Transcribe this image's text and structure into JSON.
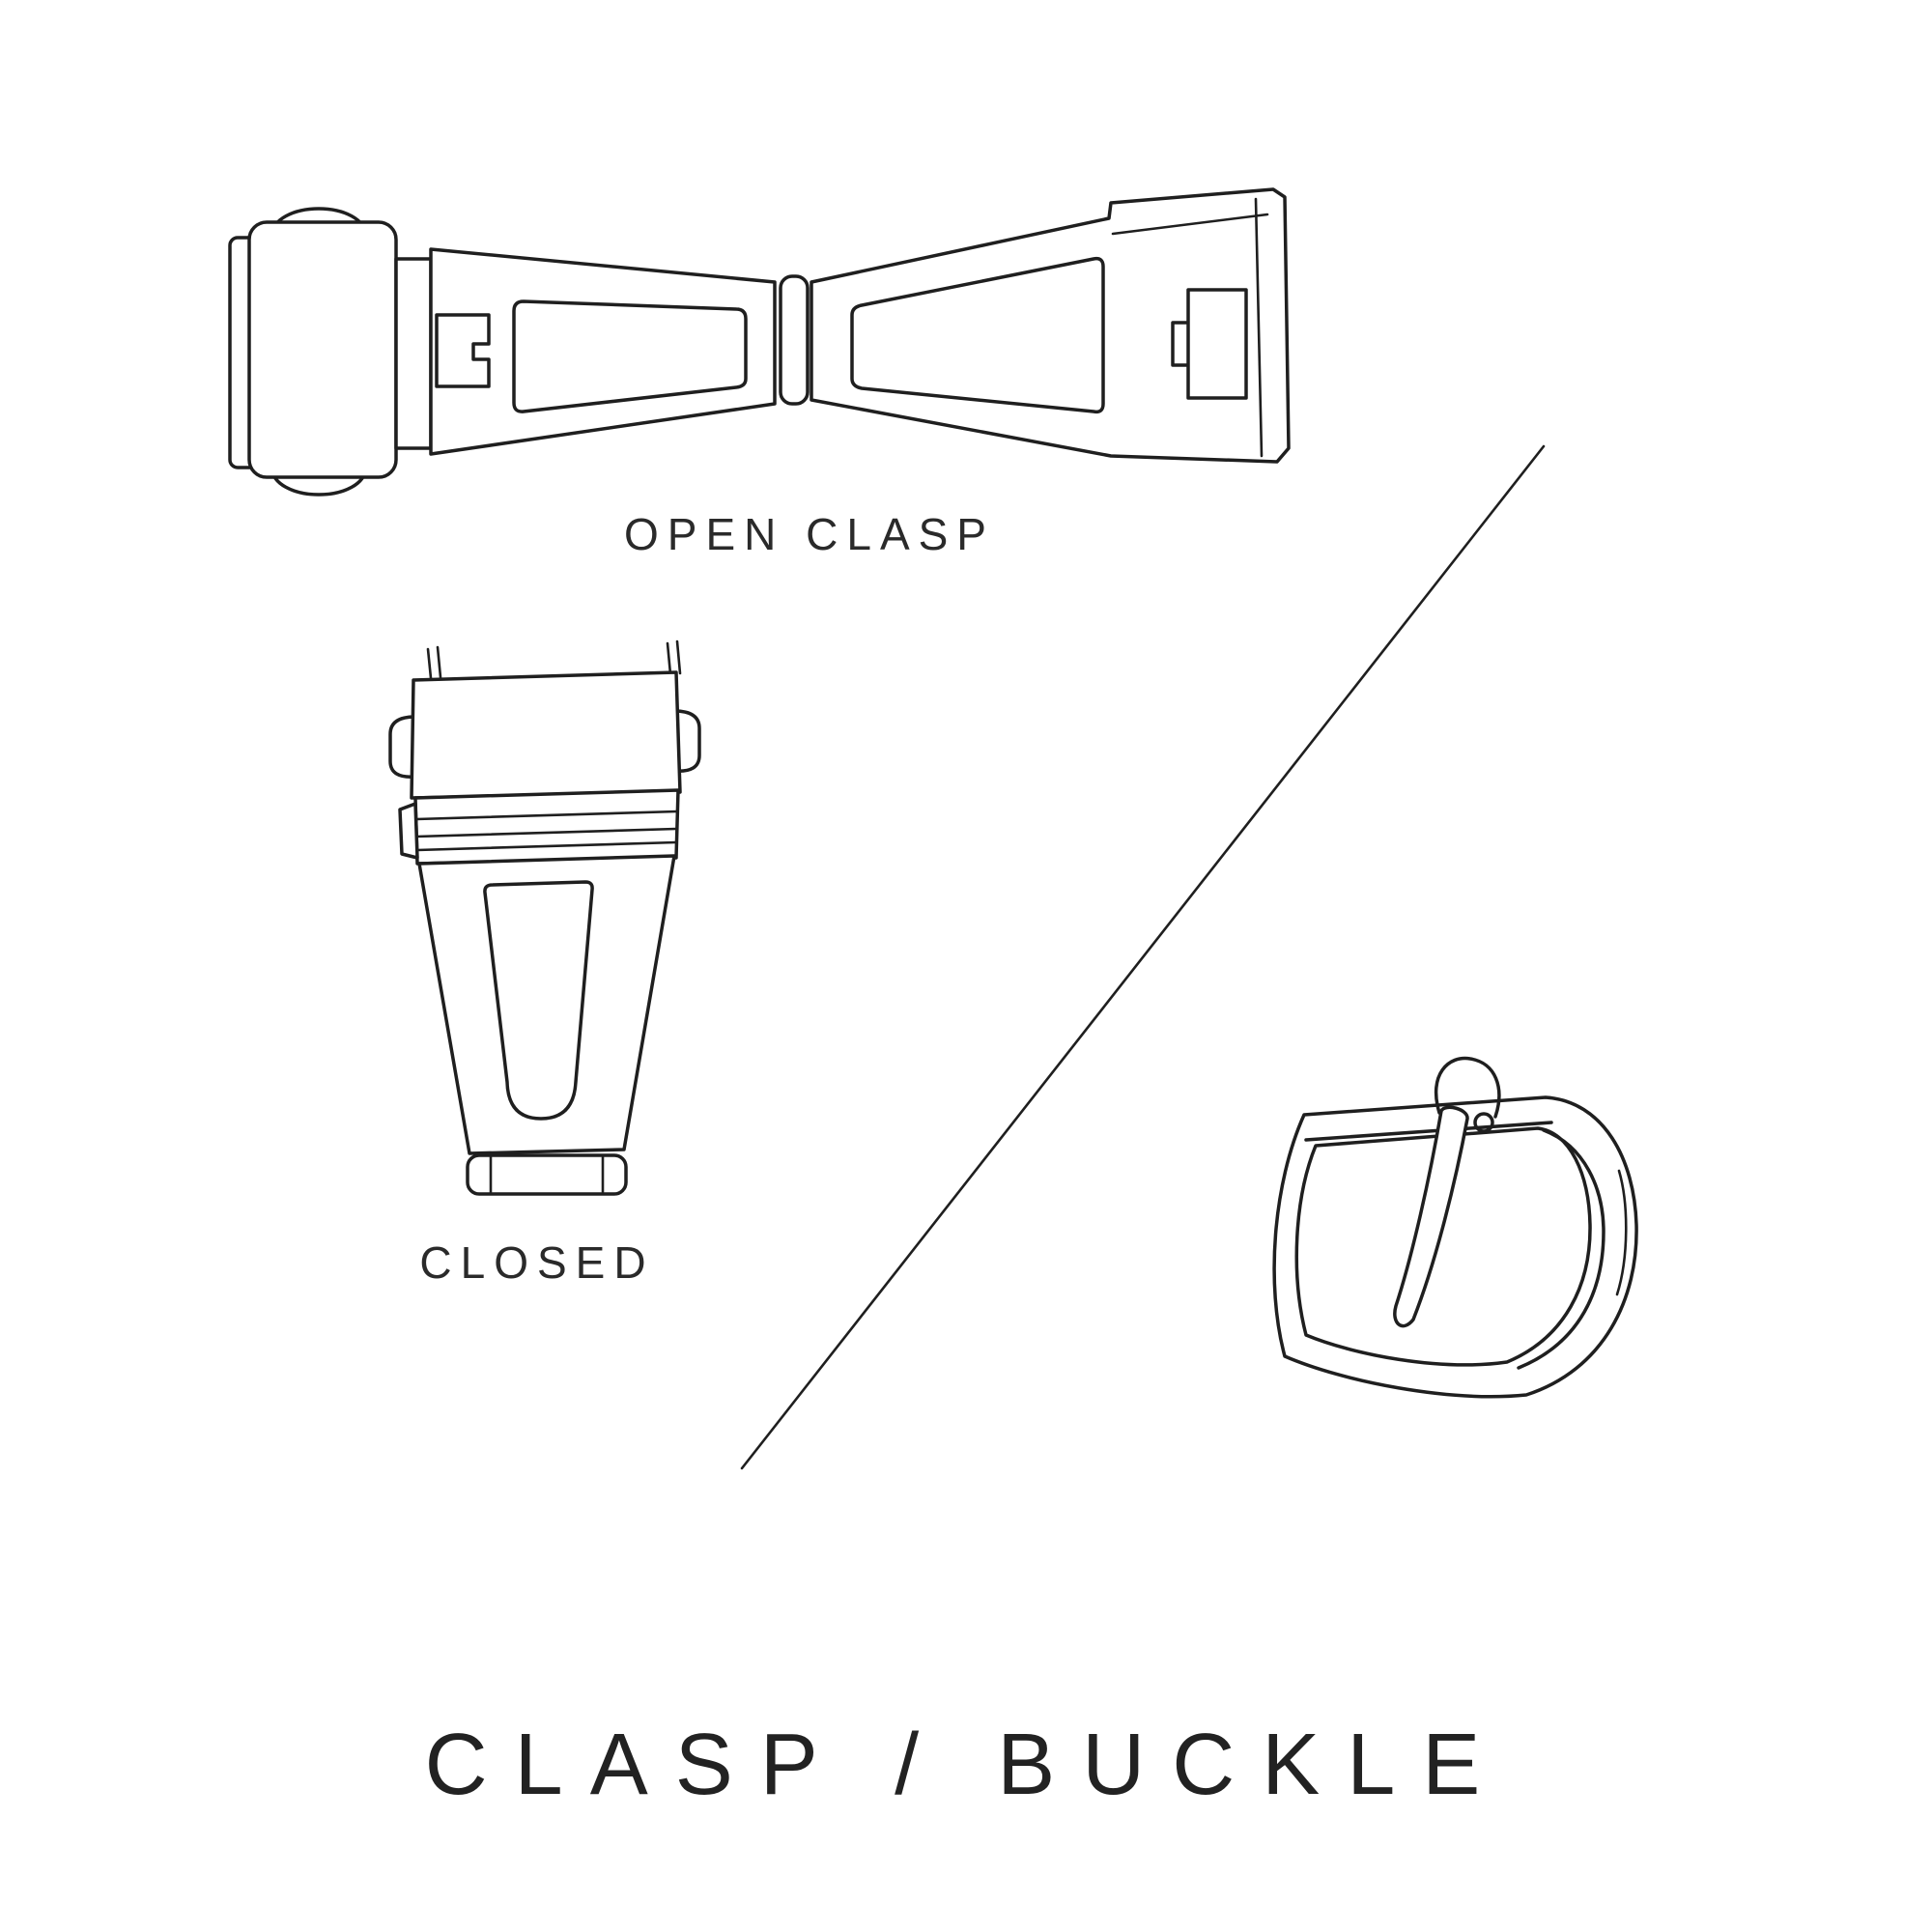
{
  "colors": {
    "ink": "#1f1f1f",
    "background": "#ffffff"
  },
  "figure": {
    "open_clasp_label": "OPEN CLASP",
    "closed_label": "CLOSED",
    "title": "CLASP / BUCKLE"
  }
}
